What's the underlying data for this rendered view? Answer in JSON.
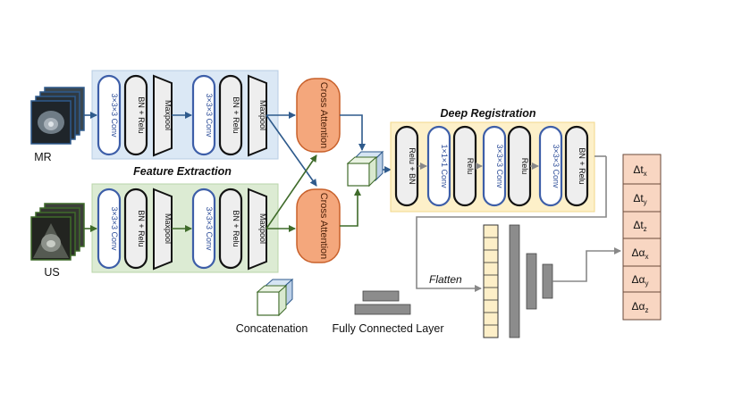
{
  "labels": {
    "mr": "MR",
    "us": "US",
    "feature_extraction": "Feature Extraction",
    "deep_registration": "Deep Registration",
    "flatten": "Flatten",
    "concatenation": "Concatenation",
    "fully_connected": "Fully Connected Layer"
  },
  "feature_blocks": {
    "conv": "3×3×3 Conv",
    "bnrelu": "BN + Relu",
    "maxpool": "Maxpool"
  },
  "cross_attention": "Cross Attention",
  "registration_blocks": {
    "relu_bn": "Relu + BN",
    "conv1": "1×1×1 Conv",
    "relu": "Relu",
    "conv3": "3×3×3 Conv",
    "bn_relu": "BN + Relu"
  },
  "outputs": [
    "Δt",
    "Δt",
    "Δt",
    "Δα",
    "Δα",
    "Δα"
  ],
  "output_subscripts": [
    "x",
    "y",
    "z",
    "x",
    "y",
    "z"
  ],
  "colors": {
    "mr_panel": "#dbe8f5",
    "us_panel": "#dcebd3",
    "registration_panel": "#fdf0c9",
    "cross_attention": "#f4a77c",
    "conv_border": "#3d5ea8",
    "output_fill": "#f8d6c2",
    "flatten_fill": "#fdefc8",
    "mr_arrow": "#2e5a8c",
    "us_arrow": "#3f6b2a"
  }
}
